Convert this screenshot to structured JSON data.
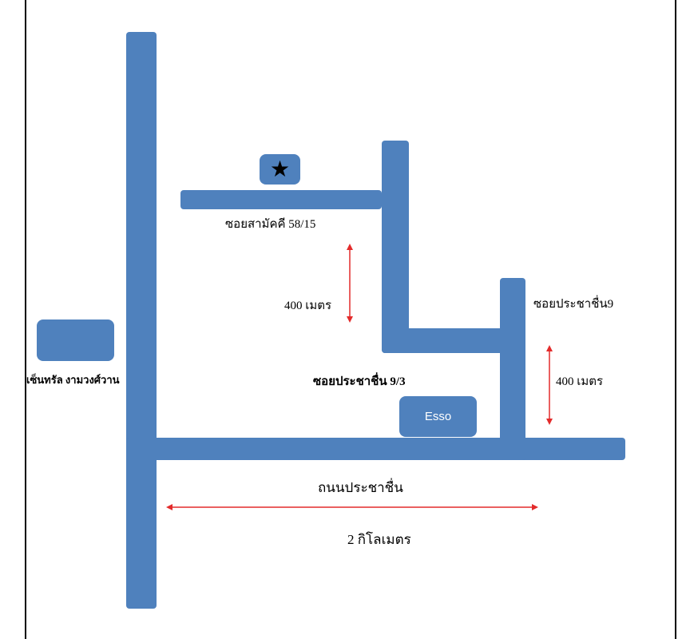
{
  "map": {
    "labels": {
      "central": "เซ็นทรัล งามวงศ์วาน",
      "soi_samakkhi": "ซอยสามัคคี 58/15",
      "soi_prachachuen_9_3": "ซอยประชาชื่น 9/3",
      "soi_prachachuen_9": "ซอยประชาชื่น9",
      "road_prachachuen": "ถนนประชาชื่น",
      "dist_vertical_left": "400 เมตร",
      "dist_vertical_right": "400 เมตร",
      "dist_horizontal": "2 กิโลเมตร",
      "esso": "Esso"
    },
    "icons": {
      "destination": "star-icon"
    },
    "colors": {
      "road": "#4f81bd",
      "arrow": "#e32b2b"
    }
  }
}
